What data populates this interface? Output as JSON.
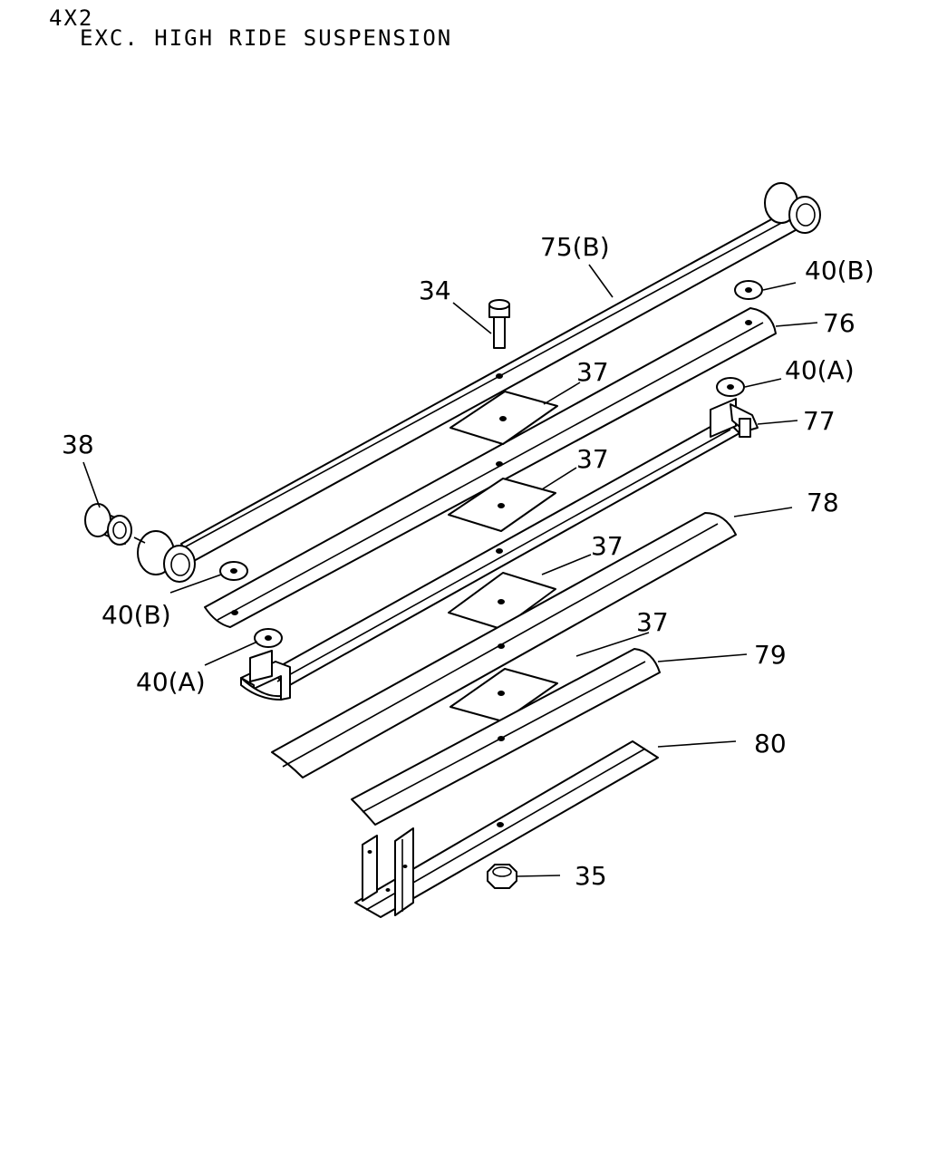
{
  "header": {
    "line1": "4X2",
    "line2": "EXC. HIGH RIDE SUSPENSION"
  },
  "callouts": {
    "c34": "34",
    "c35": "35",
    "c37a": "37",
    "c37b": "37",
    "c37c": "37",
    "c37d": "37",
    "c38": "38",
    "c40b_top": "40(B)",
    "c40a_top": "40(A)",
    "c40b_left": "40(B)",
    "c40a_left": "40(A)",
    "c75b": "75(B)",
    "c76": "76",
    "c77": "77",
    "c78": "78",
    "c79": "79",
    "c80": "80"
  }
}
